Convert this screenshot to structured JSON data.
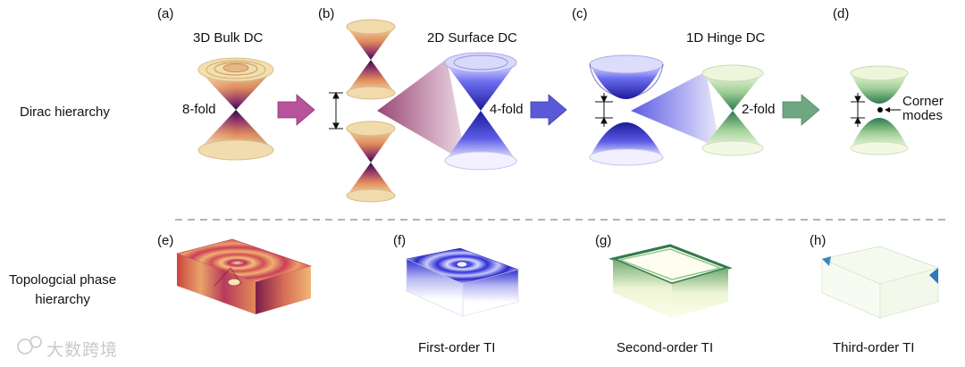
{
  "rows": {
    "dirac": "Dirac hierarchy",
    "phase_line1": "Topologcial phase",
    "phase_line2": "hierarchy"
  },
  "panels": {
    "a": "(a)",
    "b": "(b)",
    "c": "(c)",
    "d": "(d)",
    "e": "(e)",
    "f": "(f)",
    "g": "(g)",
    "h": "(h)"
  },
  "titles": {
    "bulk": "3D Bulk DC",
    "surface": "2D Surface DC",
    "hinge": "1D Hinge DC"
  },
  "labels": {
    "eight_fold": "8-fold",
    "four_fold": "4-fold",
    "two_fold": "2-fold",
    "corner_line1": "Corner",
    "corner_line2": "modes"
  },
  "captions": {
    "first": "First-order TI",
    "second": "Second-order TI",
    "third": "Third-order TI"
  },
  "watermark": "大数跨境",
  "colors": {
    "arrow_magenta": "#b8529a",
    "arrow_blue": "#5a5ad8",
    "arrow_green": "#6ea882",
    "divider": "#888888"
  }
}
